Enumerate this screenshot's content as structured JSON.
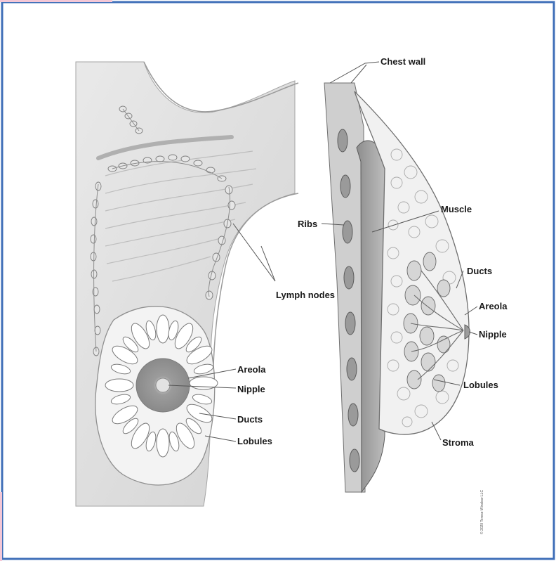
{
  "colors": {
    "frame_border": "#3f6fb8",
    "accent_pink": "#f4c7d6",
    "tissue_fill": "#dcdcdc",
    "line": "#6f6f6f",
    "label": "#1a1a1a"
  },
  "left_figure": {
    "labels": {
      "lymph_nodes": "Lymph nodes",
      "areola": "Areola",
      "nipple": "Nipple",
      "ducts": "Ducts",
      "lobules": "Lobules"
    }
  },
  "right_figure": {
    "labels": {
      "chest_wall": "Chest wall",
      "ribs": "Ribs",
      "muscle": "Muscle",
      "ducts": "Ducts",
      "areola": "Areola",
      "nipple": "Nipple",
      "lobules": "Lobules",
      "stroma": "Stroma"
    }
  },
  "credit_text": "© 2020 Terese Winslow LLC"
}
